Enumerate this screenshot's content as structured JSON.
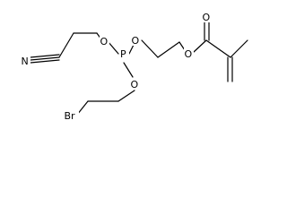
{
  "atoms": {
    "P": "P",
    "O1": "O",
    "O2": "O",
    "O3": "O",
    "O4": "O",
    "O_carbonyl": "O",
    "N": "N",
    "Br": "Br"
  }
}
